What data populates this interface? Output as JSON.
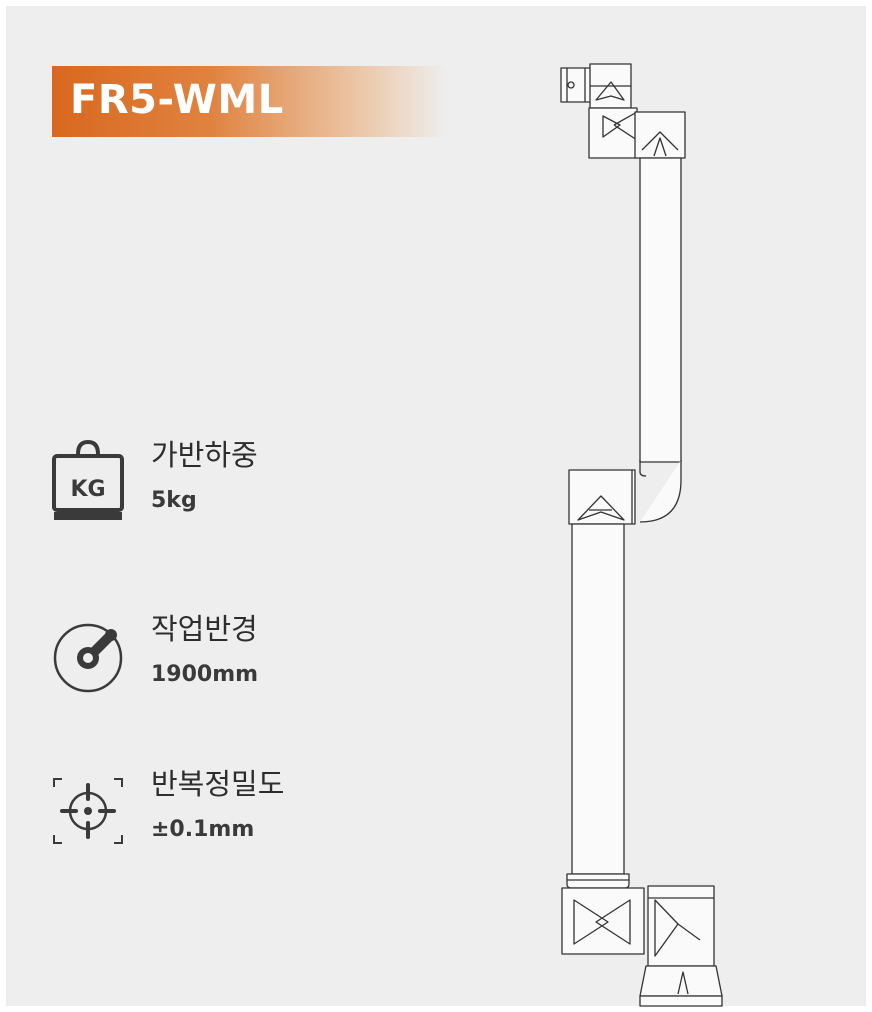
{
  "title": "FR5-WML",
  "specs": [
    {
      "icon": "weight-kg-icon",
      "icon_text": "KG",
      "label": "가반하중",
      "value": "5kg"
    },
    {
      "icon": "reach-radius-icon",
      "label": "작업반경",
      "value": "1900mm"
    },
    {
      "icon": "crosshair-precision-icon",
      "label": "반복정밀도",
      "value": "±0.1mm"
    }
  ],
  "colors": {
    "accent": "#d9681f",
    "background": "#eeeeee",
    "icon": "#3a3a3a",
    "text": "#2d2d2d"
  }
}
